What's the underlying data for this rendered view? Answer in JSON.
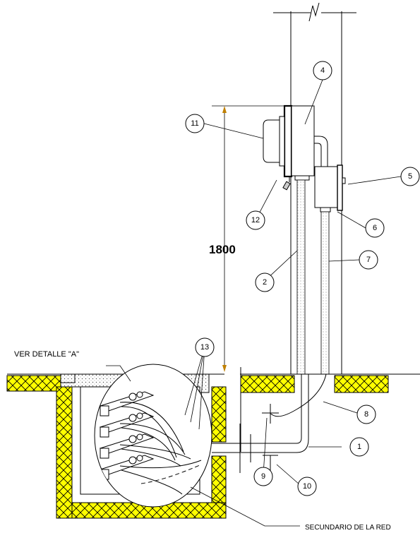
{
  "dimension": "1800",
  "labels": {
    "detail": "VER DETALLE \"A\"",
    "secondary": "SECUNDARIO DE LA RED"
  },
  "callouts": [
    "1",
    "2",
    "4",
    "5",
    "6",
    "7",
    "8",
    "9",
    "10",
    "11",
    "12",
    "13"
  ],
  "colors": {
    "concrete_fill": "#ffff00",
    "stroke": "#000000",
    "dim_arrow": "#c08000"
  }
}
